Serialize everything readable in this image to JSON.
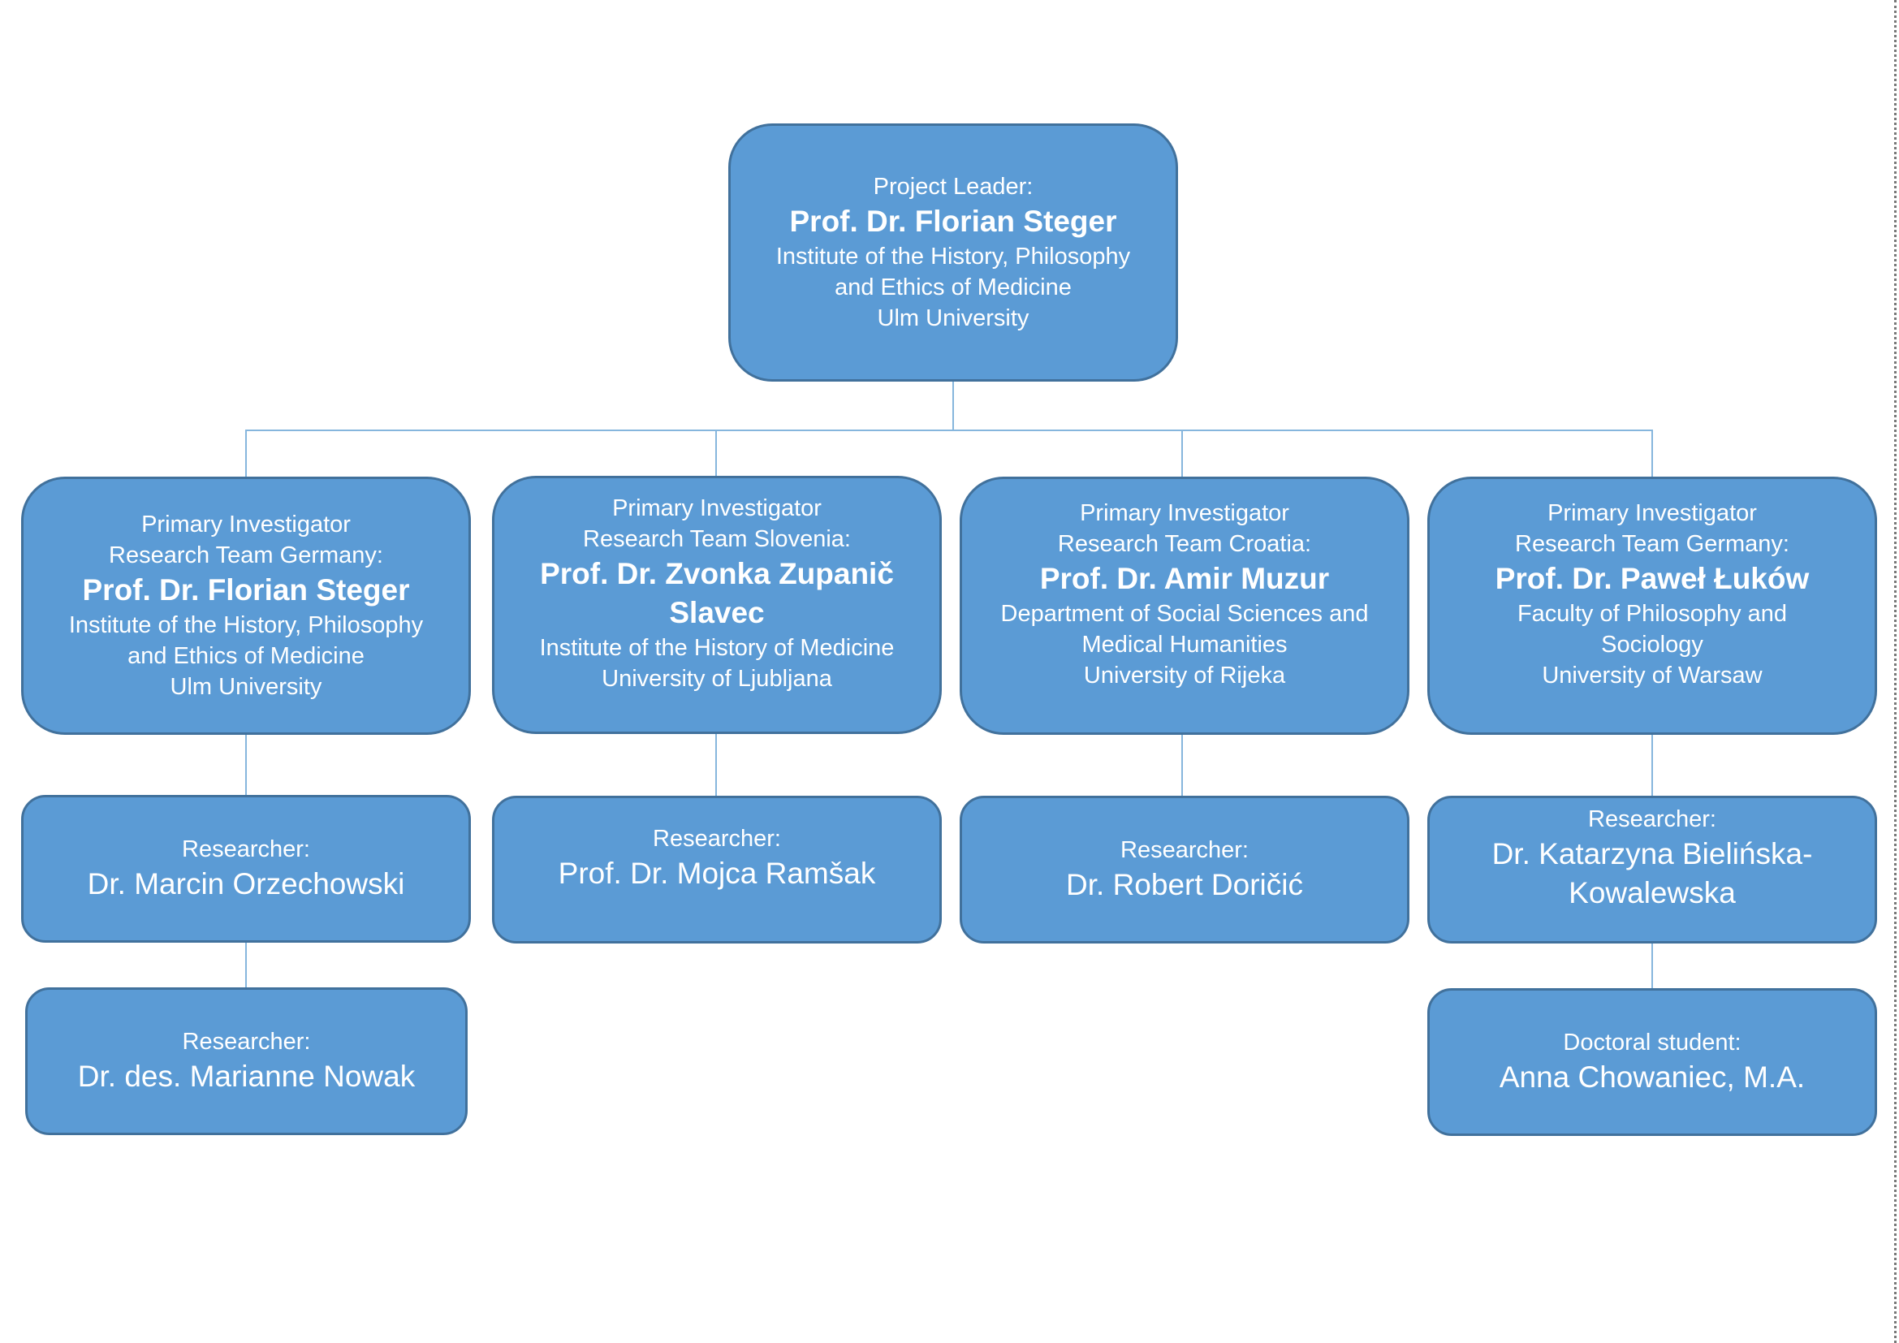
{
  "colors": {
    "node_fill": "#5b9bd5",
    "node_border": "#41719c",
    "connector": "#86b6dd",
    "text": "#ffffff"
  },
  "root": {
    "role": "Project Leader:",
    "name": "Prof. Dr. Florian Steger",
    "affiliation_1": "Institute of the History, Philosophy",
    "affiliation_2": "and Ethics of Medicine",
    "affiliation_3": "Ulm University"
  },
  "teams": [
    {
      "role_1": "Primary Investigator",
      "role_2": "Research Team Germany:",
      "name_1": "Prof. Dr. Florian Steger",
      "affiliation_1": "Institute of the History, Philosophy",
      "affiliation_2": "and Ethics of Medicine",
      "affiliation_3": "Ulm University",
      "members": [
        {
          "role": "Researcher:",
          "name_1": "Dr. Marcin Orzechowski"
        },
        {
          "role": "Researcher:",
          "name_1": "Dr. des. Marianne Nowak"
        }
      ]
    },
    {
      "role_1": "Primary Investigator",
      "role_2": "Research Team Slovenia:",
      "name_1": "Prof. Dr. Zvonka Zupanič",
      "name_2": "Slavec",
      "affiliation_1": "Institute of the History of Medicine",
      "affiliation_2": "University of Ljubljana",
      "members": [
        {
          "role": "Researcher:",
          "name_1": "Prof. Dr. Mojca Ramšak"
        }
      ]
    },
    {
      "role_1": "Primary Investigator",
      "role_2": "Research Team Croatia:",
      "name_1": "Prof. Dr. Amir Muzur",
      "affiliation_1": "Department of Social Sciences and",
      "affiliation_2": "Medical Humanities",
      "affiliation_3": "University of Rijeka",
      "members": [
        {
          "role": "Researcher:",
          "name_1": "Dr. Robert Doričić"
        }
      ]
    },
    {
      "role_1": "Primary Investigator",
      "role_2": "Research Team Germany:",
      "name_1": "Prof. Dr. Paweł Łuków",
      "affiliation_1": "Faculty of Philosophy and",
      "affiliation_2": "Sociology",
      "affiliation_3": "University of Warsaw",
      "members": [
        {
          "role": "Researcher:",
          "name_1": "Dr. Katarzyna Bielińska-",
          "name_2": "Kowalewska"
        },
        {
          "role": "Doctoral student:",
          "name_1": "Anna Chowaniec, M.A."
        }
      ]
    }
  ]
}
